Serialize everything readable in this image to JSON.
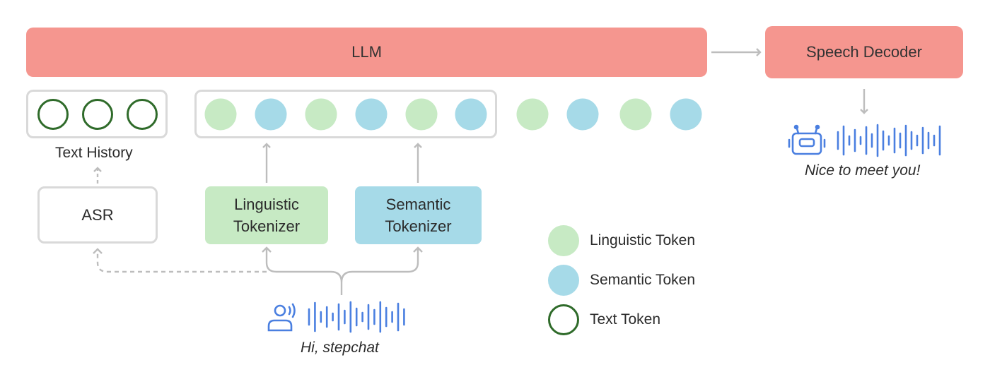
{
  "llm_label": "LLM",
  "decoder_label": "Speech Decoder",
  "asr_label": "ASR",
  "text_history_label": "Text History",
  "linguistic_tokenizer": {
    "line1": "Linguistic",
    "line2": "Tokenizer"
  },
  "semantic_tokenizer": {
    "line1": "Semantic",
    "line2": "Tokenizer"
  },
  "user_utterance": "Hi, stepchat",
  "bot_utterance": "Nice to meet you!",
  "legend": {
    "linguistic": "Linguistic Token",
    "semantic": "Semantic Token",
    "text": "Text Token"
  },
  "colors": {
    "llm": "#f5968f",
    "linguistic": "#c7eac4",
    "semantic": "#a6dae8",
    "text_token_ring": "#2f6b2a",
    "icon_blue": "#4a7fe0",
    "arrow_gray": "#bdbdbd"
  },
  "token_sequence": [
    "linguistic",
    "semantic",
    "linguistic",
    "semantic",
    "linguistic",
    "semantic",
    "linguistic",
    "semantic",
    "linguistic",
    "semantic"
  ],
  "text_history_count": 3
}
